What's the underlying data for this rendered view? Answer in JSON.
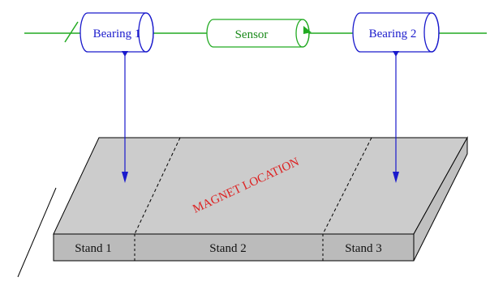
{
  "bearings": [
    {
      "label": "Bearing 1"
    },
    {
      "label": "Bearing 2"
    }
  ],
  "sensor": {
    "label": "Sensor"
  },
  "magnet": {
    "label": "MAGNET LOCATION"
  },
  "stands": [
    {
      "label": "Stand 1"
    },
    {
      "label": "Stand 2"
    },
    {
      "label": "Stand 3"
    }
  ],
  "colors": {
    "shaft": "#22aa22",
    "bearing": "#1a1acc",
    "sensor": "#22aa22",
    "pointer": "#1a1acc",
    "magnet_text": "#dd2222",
    "table_top": "#cccccc",
    "table_front": "#bbbbbb",
    "outline": "#000000"
  }
}
